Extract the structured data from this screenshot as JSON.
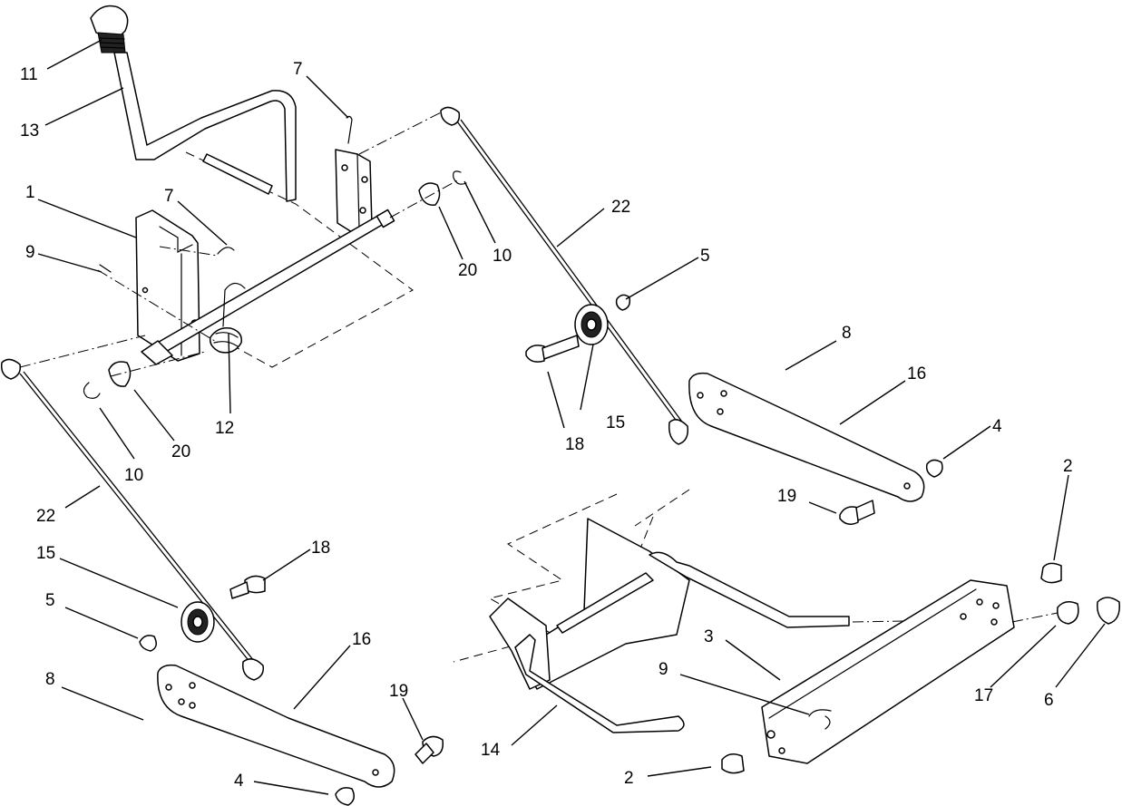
{
  "callouts": [
    {
      "label": "11"
    },
    {
      "label": "13"
    },
    {
      "label": "7"
    },
    {
      "label": "1"
    },
    {
      "label": "7"
    },
    {
      "label": "9"
    },
    {
      "label": "22"
    },
    {
      "label": "20"
    },
    {
      "label": "10"
    },
    {
      "label": "5"
    },
    {
      "label": "8"
    },
    {
      "label": "16"
    },
    {
      "label": "18"
    },
    {
      "label": "15"
    },
    {
      "label": "12"
    },
    {
      "label": "10"
    },
    {
      "label": "20"
    },
    {
      "label": "4"
    },
    {
      "label": "19"
    },
    {
      "label": "2"
    },
    {
      "label": "22"
    },
    {
      "label": "15"
    },
    {
      "label": "18"
    },
    {
      "label": "5"
    },
    {
      "label": "16"
    },
    {
      "label": "8"
    },
    {
      "label": "19"
    },
    {
      "label": "3"
    },
    {
      "label": "9"
    },
    {
      "label": "17"
    },
    {
      "label": "6"
    },
    {
      "label": "14"
    },
    {
      "label": "4"
    },
    {
      "label": "2"
    }
  ]
}
